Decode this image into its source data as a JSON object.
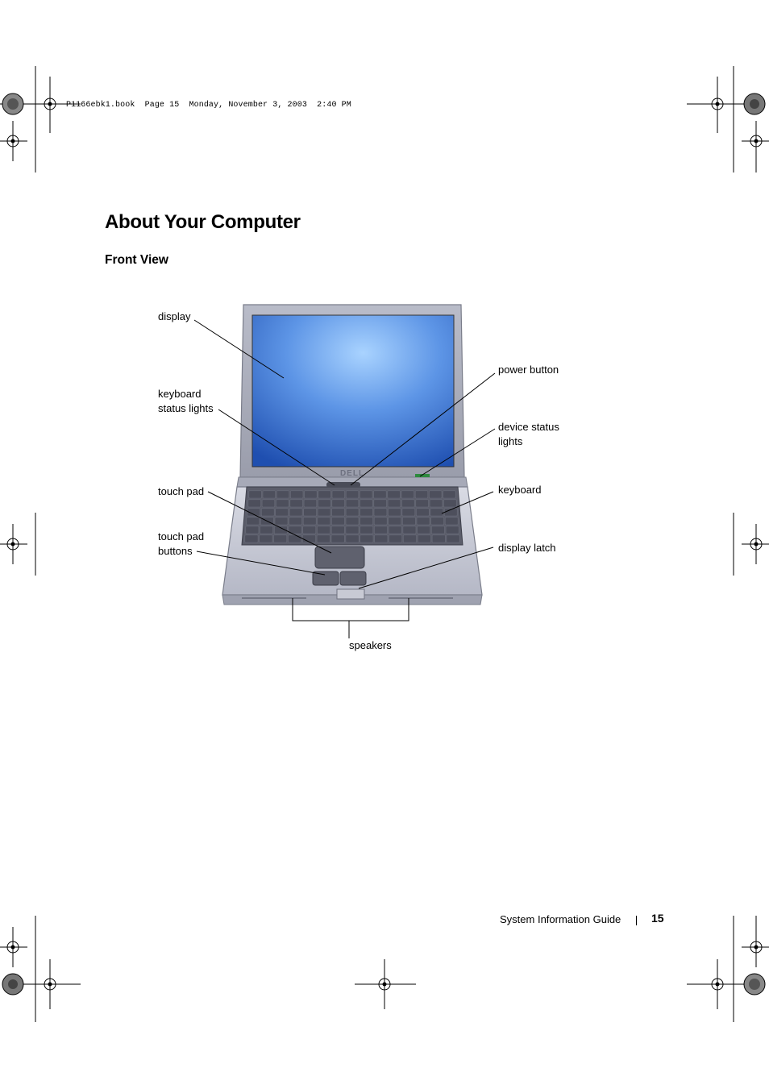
{
  "slug_line": "P1166ebk1.book  Page 15  Monday, November 3, 2003  2:40 PM",
  "heading": "About Your Computer",
  "subheading": "Front View",
  "figure": {
    "brand_text": "DELL",
    "callouts": {
      "display": "display",
      "keyboard_status_lights": "keyboard\nstatus lights",
      "touch_pad": "touch pad",
      "touch_pad_buttons": "touch pad\nbuttons",
      "power_button": "power button",
      "device_status_lights": "device status\nlights",
      "keyboard": "keyboard",
      "display_latch": "display latch",
      "speakers": "speakers"
    },
    "colors": {
      "screen_center": "#9cc9ff",
      "screen_edge": "#1f4fb0",
      "case": "#c9cbd6",
      "key": "#4d4f5c"
    }
  },
  "footer": {
    "guide_name": "System Information Guide",
    "page_number": "15"
  }
}
